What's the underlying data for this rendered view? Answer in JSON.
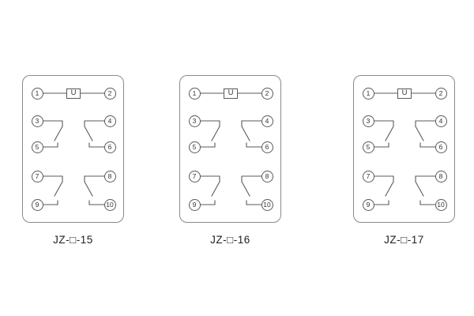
{
  "diagrams": [
    {
      "title": "JZ-□-15",
      "u_label": "U",
      "terminals": [
        "1",
        "2",
        "3",
        "4",
        "5",
        "6",
        "7",
        "8",
        "9",
        "10"
      ]
    },
    {
      "title": "JZ-□-16",
      "u_label": "U",
      "terminals": [
        "1",
        "2",
        "3",
        "4",
        "5",
        "6",
        "7",
        "8",
        "9",
        "10"
      ]
    },
    {
      "title": "JZ-□-17",
      "u_label": "U",
      "terminals": [
        "1",
        "2",
        "3",
        "4",
        "5",
        "6",
        "7",
        "8",
        "9",
        "10"
      ]
    }
  ]
}
